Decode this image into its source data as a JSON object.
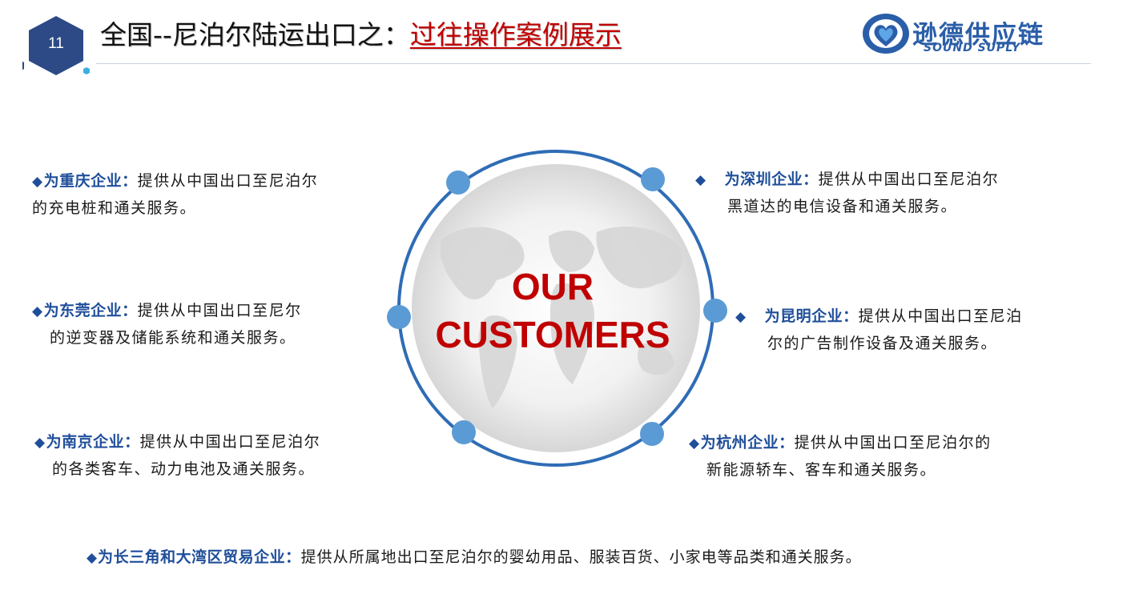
{
  "header": {
    "page_number": "11",
    "title_prefix": "全国--尼泊尔陆运出口之：",
    "title_highlight": "过往操作案例展示"
  },
  "logo": {
    "name_cn": "逊德供应链",
    "name_en": "SOUND SUPLY"
  },
  "center": {
    "line1": "OUR",
    "line2": "CUSTOMERS"
  },
  "bullet": "◆",
  "customers": {
    "chongqing": {
      "lead": "为重庆企业：",
      "text1": "提供从中国出口至尼泊尔",
      "text2": "的充电桩和通关服务。"
    },
    "dongguan": {
      "lead": "为东莞企业：",
      "text1": "提供从中国出口至尼尔",
      "text2": "的逆变器及储能系统和通关服务。"
    },
    "nanjing": {
      "lead": "为南京企业：",
      "text1": "提供从中国出口至尼泊尔",
      "text2": "的各类客车、动力电池及通关服务。"
    },
    "shenzhen": {
      "lead": "为深圳企业：",
      "text1": "提供从中国出口至尼泊尔",
      "text2": "黑道达的电信设备和通关服务。"
    },
    "kunming": {
      "lead": "为昆明企业：",
      "text1": "提供从中国出口至尼泊",
      "text2": "尔的广告制作设备及通关服务。"
    },
    "hangzhou": {
      "lead": "为杭州企业：",
      "text1": "提供从中国出口至尼泊尔的",
      "text2": "新能源轿车、客车和通关服务。"
    }
  },
  "bottom": {
    "lead": "为长三角和大湾区贸易企业：",
    "text": "提供从所属地出口至尼泊尔的婴幼用品、服装百货、小家电等品类和通关服务。"
  },
  "colors": {
    "accent_blue": "#1f4e9a",
    "node_blue": "#5b9bd5",
    "title_red": "#c00000",
    "hex_navy": "#2d4a86"
  }
}
